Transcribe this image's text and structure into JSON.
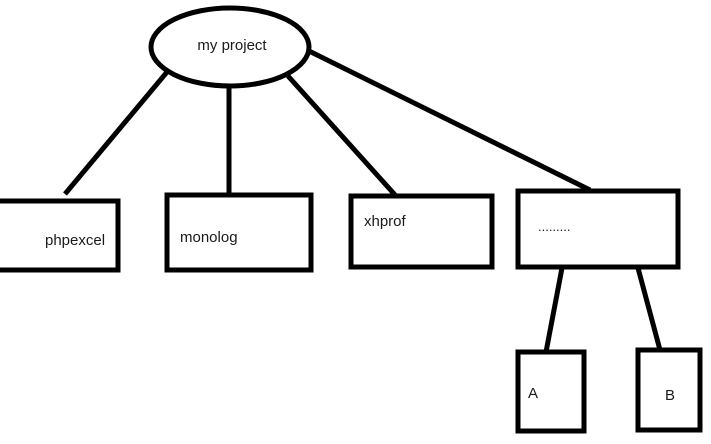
{
  "diagram": {
    "root": {
      "label": "my project"
    },
    "children": [
      {
        "label": "phpexcel"
      },
      {
        "label": "monolog"
      },
      {
        "label": "xhprof"
      },
      {
        "label": "........."
      }
    ],
    "grandchildren": [
      {
        "label": "A"
      },
      {
        "label": "B"
      }
    ]
  }
}
